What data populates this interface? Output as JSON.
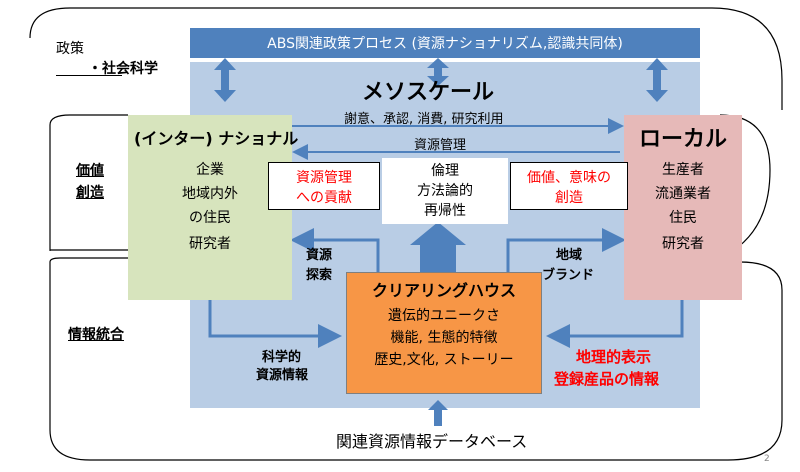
{
  "colors": {
    "policy_bar": "#4f81bd",
    "meso_bg": "#b9cde5",
    "national_bg": "#d7e4bd",
    "local_bg": "#e6b9b8",
    "clearing_bg": "#f79646",
    "arrow_blue": "#4f81bd",
    "red_text": "#ff0000"
  },
  "policy_bar": {
    "label": "ABS関連政策プロセス (資源ナショナリズム,認識共同体)"
  },
  "left_labels": {
    "policy": "政策",
    "social_science": "・社会科学",
    "value_line1": "価値",
    "value_line2": "創造",
    "info_integration": "情報統合"
  },
  "meso": {
    "title": "メソスケール",
    "flow_right": "謝意、承認, 消費, 研究利用",
    "flow_left": "資源管理",
    "bottom_label": "関連資源情報データベース"
  },
  "national": {
    "title": "(インター) ナショナル",
    "items": [
      "企業",
      "地域内外",
      "の住民",
      "研究者"
    ]
  },
  "local": {
    "title": "ローカル",
    "items": [
      "生産者",
      "流通業者",
      "住民",
      "研究者"
    ]
  },
  "center_box": {
    "lines": [
      "倫理",
      "方法論的",
      "再帰性"
    ]
  },
  "red_box_left": {
    "lines": [
      "資源管理",
      "への貢献"
    ]
  },
  "red_box_right": {
    "lines": [
      "価値、意味の",
      "創造"
    ]
  },
  "clearing": {
    "title": "クリアリングハウス",
    "lines": [
      "遺伝的ユニークさ",
      "機能, 生態的特徴",
      "歴史,文化, ストーリー"
    ]
  },
  "labels": {
    "resource_search_1": "資源",
    "resource_search_2": "探索",
    "regional_brand_1": "地域",
    "regional_brand_2": "ブランド",
    "science_info_1": "科学的",
    "science_info_2": "資源情報",
    "gi_1": "地理的表示",
    "gi_2": "登録産品の情報"
  },
  "page_number": "2"
}
